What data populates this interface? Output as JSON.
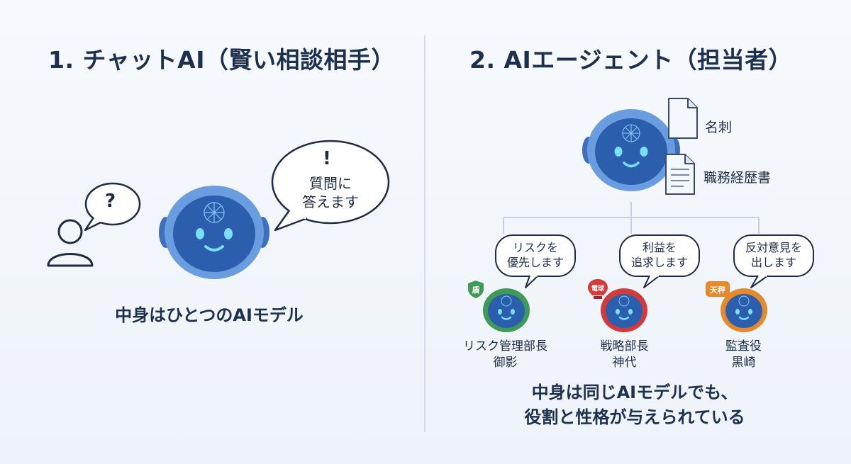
{
  "left_panel": {
    "title": "1. チャットAI（賢い相談相手）",
    "user_bubble": "?",
    "bot_bubble_mark": "!",
    "bot_bubble_lines": [
      "質問に",
      "答えます"
    ],
    "caption": "中身はひとつのAIモデル"
  },
  "right_panel": {
    "title": "2. AIエージェント（担当者）",
    "documents": [
      {
        "icon": "blank-document-icon",
        "label": "名刺"
      },
      {
        "icon": "text-document-icon",
        "label": "職務経歴書"
      }
    ],
    "agents": [
      {
        "color": "#3f9a58",
        "badge_text": "盾",
        "badge_icon": "shield-icon",
        "speech": [
          "リスクを",
          "優先します"
        ],
        "role": "リスク管理部長",
        "name": "御影"
      },
      {
        "color": "#d33a3a",
        "badge_text": "電球",
        "badge_icon": "lightbulb-icon",
        "speech": [
          "利益を",
          "追求します"
        ],
        "role": "戦略部長",
        "name": "神代"
      },
      {
        "color": "#e58a2b",
        "badge_text": "天秤",
        "badge_icon": "scale-icon",
        "speech": [
          "反対意見を",
          "出します"
        ],
        "role": "監査役",
        "name": "黒崎"
      }
    ],
    "caption_lines": [
      "中身は同じAIモデルでも、",
      "役割と性格が与えられている"
    ]
  },
  "colors": {
    "robot_face": "#2e63b4",
    "robot_shell": "#5d91d6",
    "robot_eyes": "#6fd6ff",
    "heading": "#1d3050",
    "divider": "#d3dce8"
  }
}
